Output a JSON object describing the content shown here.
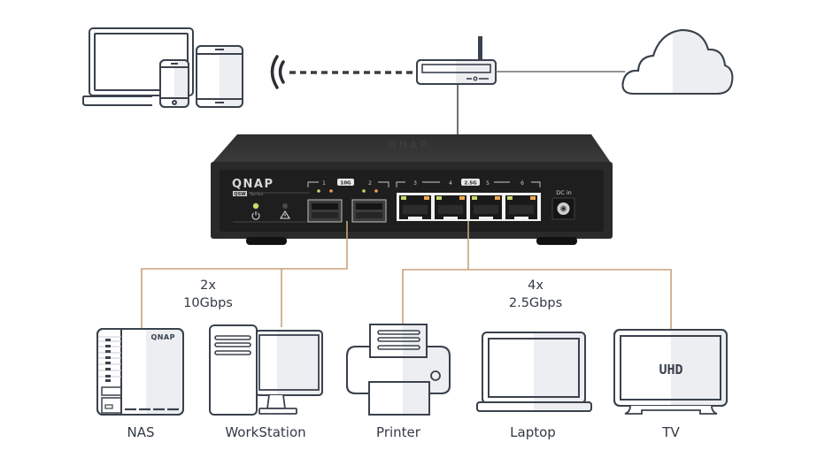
{
  "colors": {
    "outline": "#3a424d",
    "shade": "#eceef1",
    "link_line": "#c9a27a",
    "network_line": "#4a4f57",
    "switch_body": "#2b2b2c",
    "switch_face": "#1f1f20",
    "led_green": "#c8d86a",
    "led_orange": "#f0a64a"
  },
  "top": {
    "client_devices": [
      "laptop",
      "phone",
      "tablet"
    ],
    "wireless_icon": "wifi-waves-icon",
    "router_icon": "router-icon",
    "cloud_icon": "cloud-icon"
  },
  "switch": {
    "brand": "QNAP",
    "series_badge": "QSW",
    "series_text": "Series",
    "top_logo": "QNAP",
    "sfp_group": {
      "badge": "10G",
      "ports": [
        "1",
        "2"
      ]
    },
    "rj45_group": {
      "badge": "2.5G",
      "ports": [
        "3",
        "4",
        "5",
        "6"
      ]
    },
    "dc_label": "DC in",
    "power_icon": "power-icon",
    "warning_icon": "warning-icon"
  },
  "links": {
    "sfp": {
      "count": "2x",
      "speed": "10Gbps"
    },
    "rj45": {
      "count": "4x",
      "speed": "2.5Gbps"
    }
  },
  "devices": [
    {
      "name": "NAS",
      "brand": "QNAP"
    },
    {
      "name": "WorkStation"
    },
    {
      "name": "Printer"
    },
    {
      "name": "Laptop"
    },
    {
      "name": "TV",
      "screen_text": "UHD"
    }
  ]
}
